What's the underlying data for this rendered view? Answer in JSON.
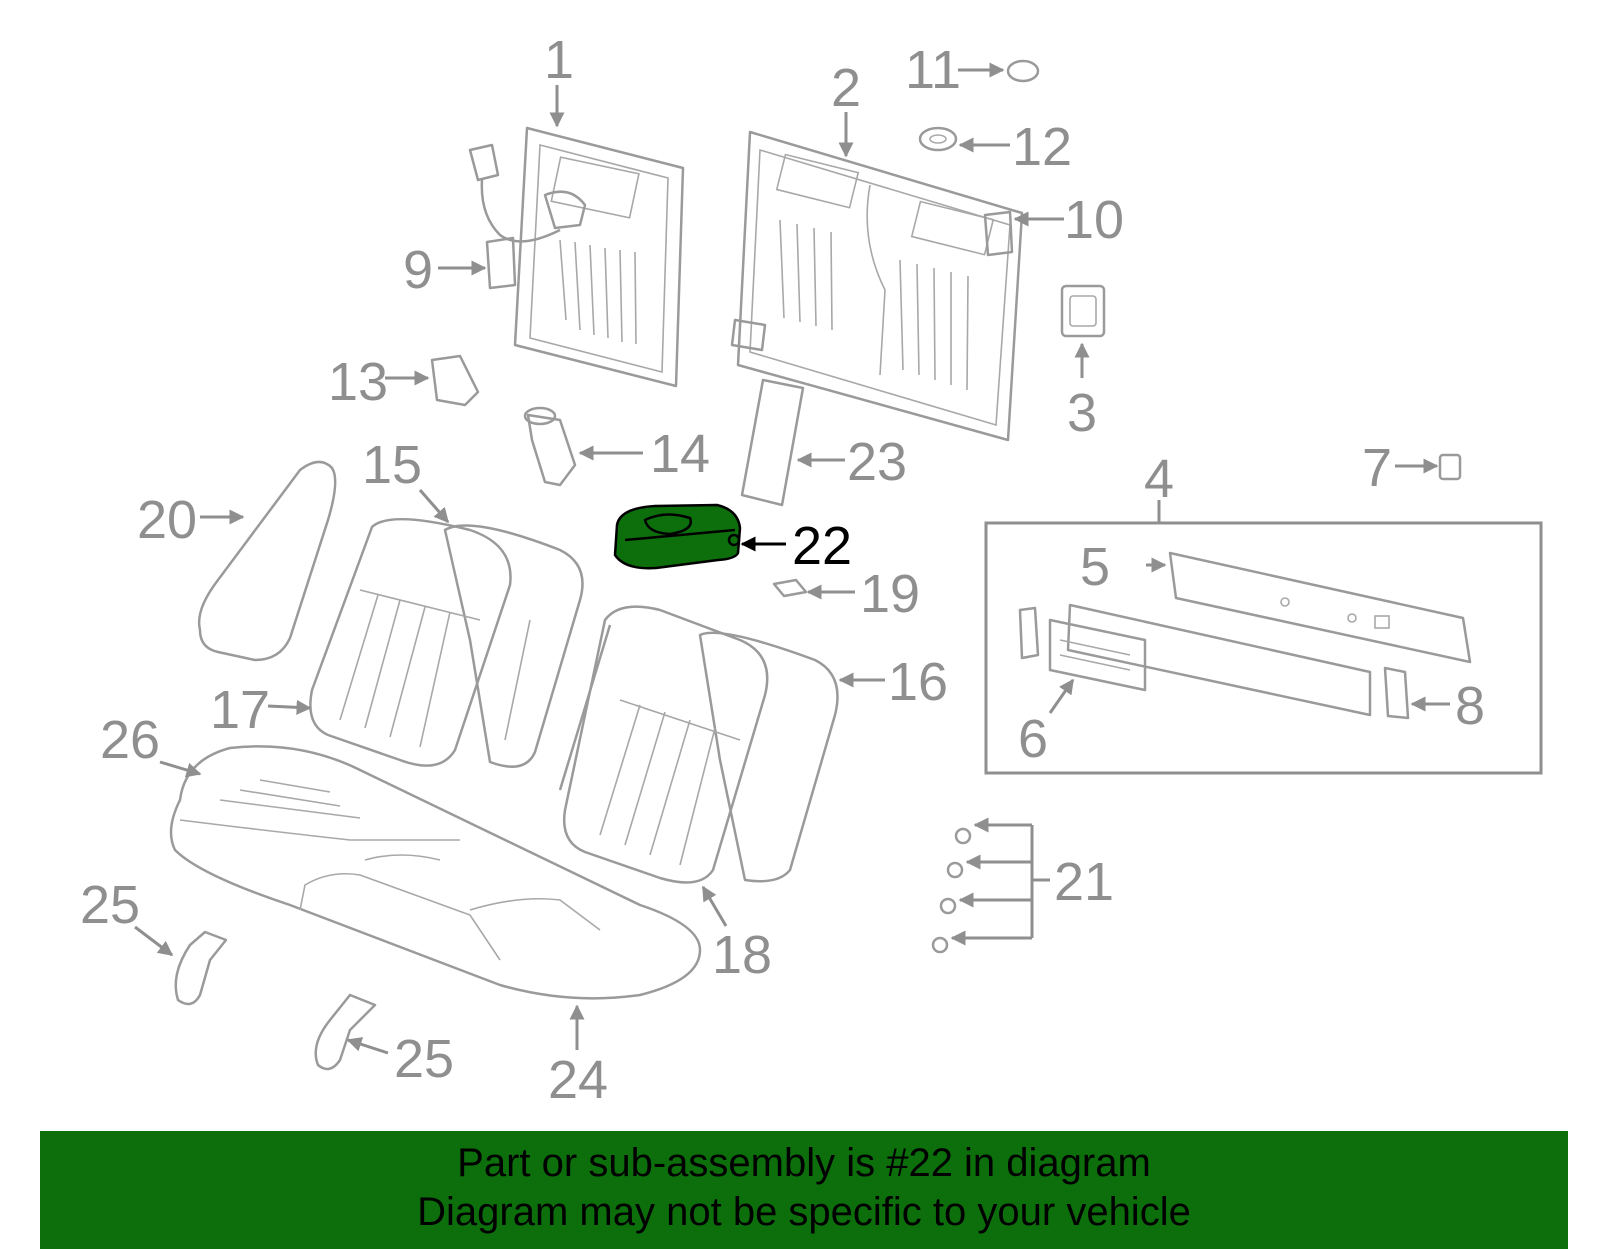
{
  "diagram": {
    "highlight_color": "#0c6f0c",
    "highlighted_part": "22",
    "labels": {
      "l1": "1",
      "l2": "2",
      "l3": "3",
      "l4": "4",
      "l5": "5",
      "l6": "6",
      "l7": "7",
      "l8": "8",
      "l9": "9",
      "l10": "10",
      "l11": "11",
      "l12": "12",
      "l13": "13",
      "l14": "14",
      "l15": "15",
      "l16": "16",
      "l17": "17",
      "l18": "18",
      "l19": "19",
      "l20": "20",
      "l21": "21",
      "l22": "22",
      "l23": "23",
      "l24": "24",
      "l25a": "25",
      "l25b": "25",
      "l26": "26"
    }
  },
  "banner": {
    "line1": "Part or sub-assembly is #22 in diagram",
    "line2": "Diagram may not be specific to your vehicle",
    "background": "#0c6f0c"
  }
}
